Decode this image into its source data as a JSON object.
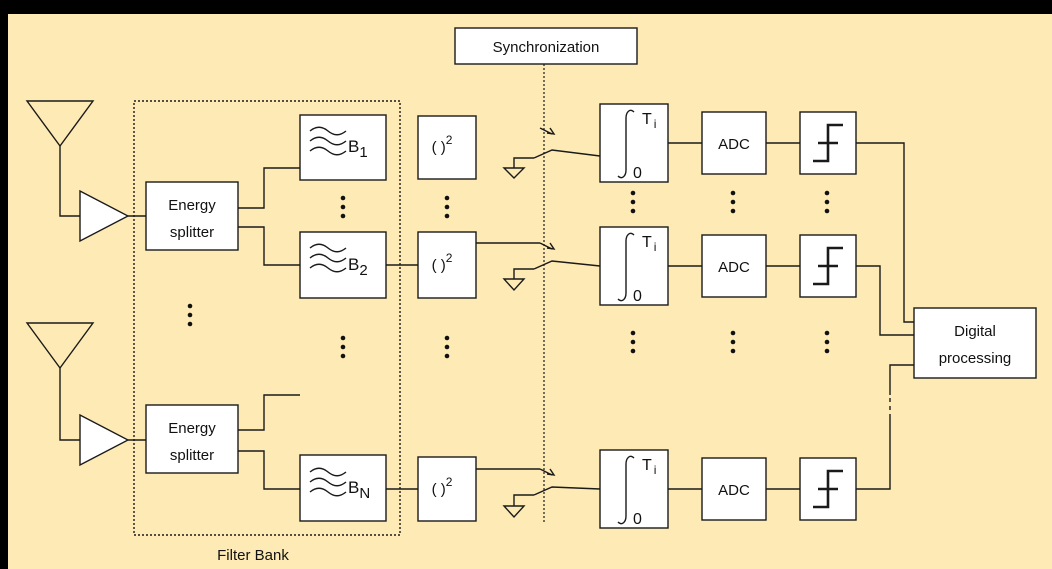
{
  "colors": {
    "background": "#fdeab4",
    "frame": "#000000",
    "box_fill": "#ffffff",
    "line": "#1a1a1a"
  },
  "synchronization": {
    "label": "Synchronization"
  },
  "filter_bank": {
    "label": "Filter Bank"
  },
  "energy_splitter": {
    "line1": "Energy",
    "line2": "splitter"
  },
  "filters": [
    {
      "letter": "B",
      "sub": "1"
    },
    {
      "letter": "B",
      "sub": "2"
    },
    {
      "letter": "B",
      "sub": "N"
    }
  ],
  "square_law": {
    "paren": "( )",
    "exp": "2"
  },
  "integrator": {
    "lower": "0",
    "upper": "T",
    "upper_sub": "i"
  },
  "adc": {
    "label": "ADC"
  },
  "digital_processing": {
    "line1": "Digital",
    "line2": "processing"
  },
  "icons": [
    "antenna-icon",
    "amplifier-icon",
    "bandpass-filter-icon",
    "switch-icon",
    "ground-icon",
    "integral-icon",
    "threshold-icon"
  ]
}
